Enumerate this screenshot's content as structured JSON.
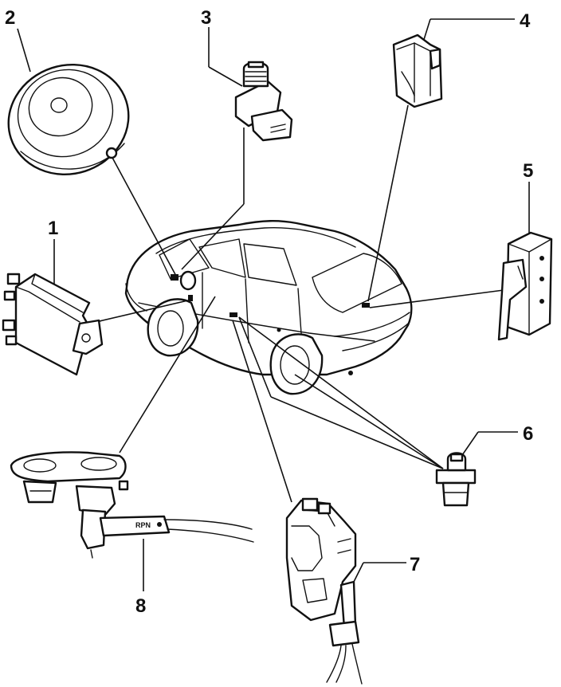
{
  "callouts": [
    {
      "id": "1",
      "label": "1"
    },
    {
      "id": "2",
      "label": "2"
    },
    {
      "id": "3",
      "label": "3"
    },
    {
      "id": "4",
      "label": "4"
    },
    {
      "id": "5",
      "label": "5"
    },
    {
      "id": "6",
      "label": "6"
    },
    {
      "id": "7",
      "label": "7"
    },
    {
      "id": "8",
      "label": "8"
    }
  ],
  "part_markings": {
    "part8_tag": "RPN"
  },
  "colors": {
    "ink": "#111111",
    "paper": "#ffffff"
  }
}
